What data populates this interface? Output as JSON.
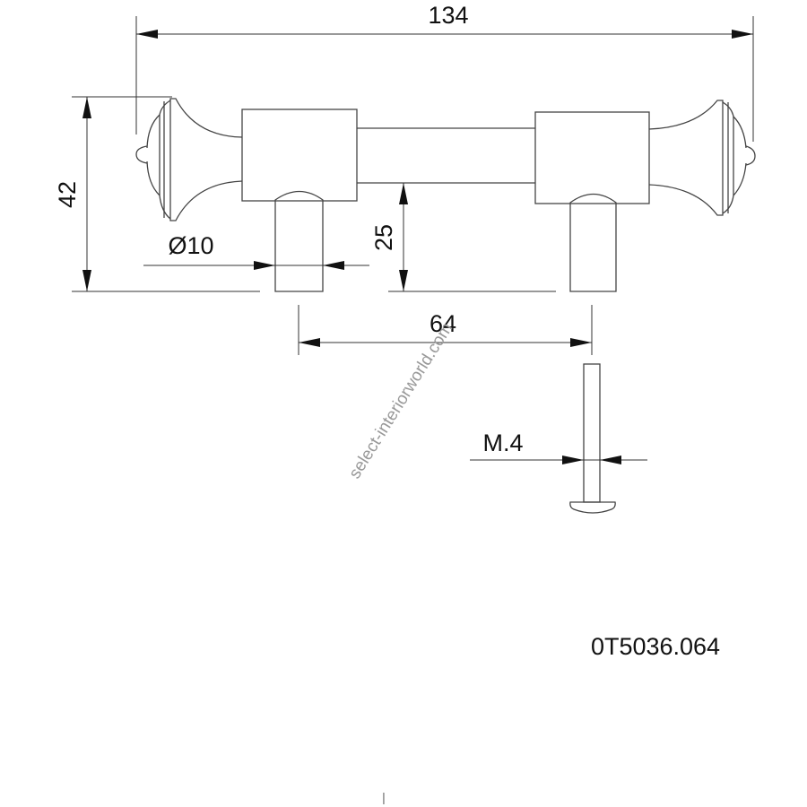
{
  "dimensions": {
    "overall_length": "134",
    "overall_height": "42",
    "post_diameter": "Ø10",
    "post_height": "25",
    "center_distance": "64",
    "screw_thread": "M.4"
  },
  "part_number": "0T5036.064",
  "watermark": "select-interiorworld.com",
  "footer_mark": "|"
}
